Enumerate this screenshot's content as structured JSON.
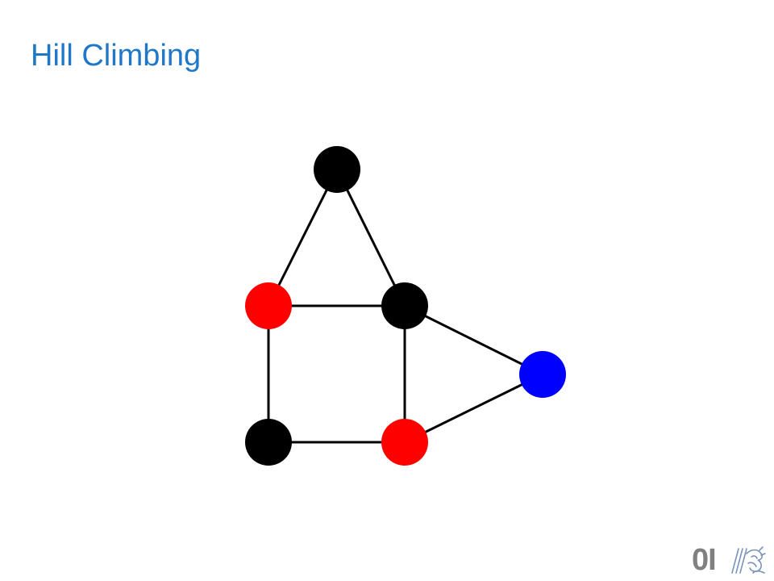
{
  "slide": {
    "title": "Hill Climbing"
  },
  "graph": {
    "edge_color": "#000000",
    "nodes": [
      {
        "id": "top",
        "color": "#000000"
      },
      {
        "id": "mid-left",
        "color": "#ff0000"
      },
      {
        "id": "mid-right",
        "color": "#000000"
      },
      {
        "id": "right",
        "color": "#0000ff"
      },
      {
        "id": "bottom-left",
        "color": "#000000"
      },
      {
        "id": "bottom-right",
        "color": "#ff0000"
      }
    ],
    "edges": [
      [
        "top",
        "mid-left"
      ],
      [
        "top",
        "mid-right"
      ],
      [
        "mid-left",
        "mid-right"
      ],
      [
        "mid-left",
        "bottom-left"
      ],
      [
        "mid-right",
        "bottom-right"
      ],
      [
        "mid-right",
        "right"
      ],
      [
        "bottom-left",
        "bottom-right"
      ],
      [
        "bottom-right",
        "right"
      ]
    ]
  },
  "logo": {
    "text": "0I",
    "color": "#808080"
  }
}
